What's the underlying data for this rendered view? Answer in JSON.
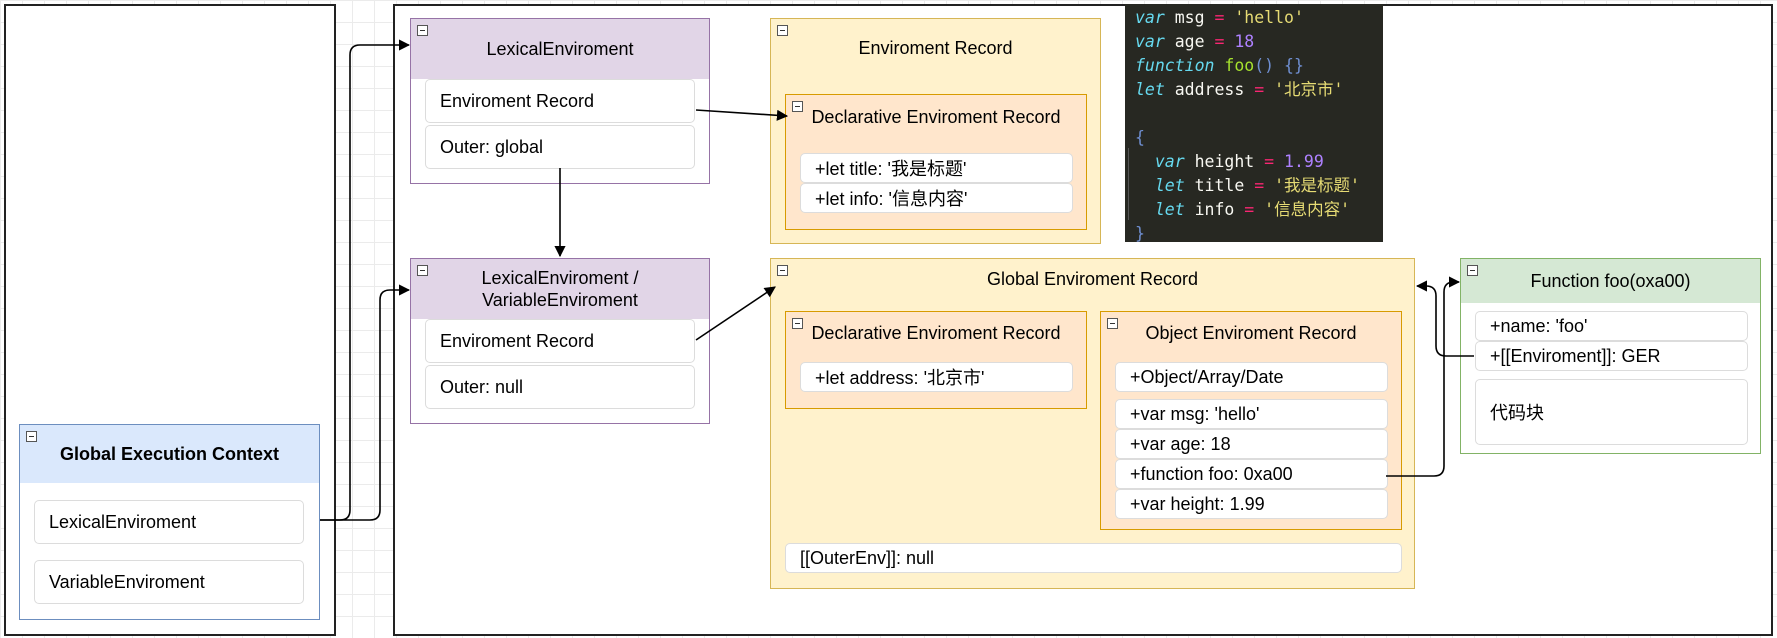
{
  "gec": {
    "title": "Global Execution Context",
    "rows": [
      "LexicalEnviroment",
      "VariableEnviroment"
    ]
  },
  "lex_env_top": {
    "title": "LexicalEnviroment",
    "rows": [
      "Enviroment Record",
      "Outer: global"
    ]
  },
  "lex_env_global": {
    "title_line1": "LexicalEnviroment /",
    "title_line2": "VariableEnviroment",
    "rows": [
      "Enviroment Record",
      "Outer: null"
    ]
  },
  "env_record": {
    "title": "Enviroment Record",
    "declarative": {
      "title": "Declarative Enviroment Record",
      "rows": [
        "+let title: '我是标题'",
        "+let info: '信息内容'"
      ]
    }
  },
  "global_env_record": {
    "title": "Global Enviroment Record",
    "declarative": {
      "title": "Declarative Enviroment Record",
      "rows": [
        "+let address: '北京市'"
      ]
    },
    "object": {
      "title": "Object Enviroment Record",
      "rows": [
        "+Object/Array/Date",
        "+var msg: 'hello'",
        "+var age: 18",
        "+function foo: 0xa00",
        "+var height: 1.99"
      ]
    },
    "outer_env": "[[OuterEnv]]: null"
  },
  "function_foo": {
    "title": "Function foo(oxa00)",
    "rows": [
      "+name: 'foo'",
      "+[[Enviroment]]: GER",
      "代码块"
    ]
  },
  "code": {
    "l1": {
      "kw": "var",
      "id": " msg ",
      "op": "=",
      "val": " 'hello'"
    },
    "l2": {
      "kw": "var",
      "id": " age ",
      "op": "=",
      "val": " 18"
    },
    "l3": {
      "kw": "function",
      "fn": " foo",
      "paren": "()",
      "brace": " {}"
    },
    "l4": {
      "kw": "let",
      "id": " address ",
      "op": "=",
      "val": " '北京市'"
    },
    "l6": {
      "brace": "{"
    },
    "l7": {
      "kw": "var",
      "id": " height ",
      "op": "=",
      "val": " 1.99"
    },
    "l8": {
      "kw": "let",
      "id": " title ",
      "op": "=",
      "val": " '我是标题'"
    },
    "l9": {
      "kw": "let",
      "id": " info ",
      "op": "=",
      "val": " '信息内容'"
    },
    "l10": {
      "brace": "}"
    }
  },
  "colors": {
    "purple_fill": "#e1d5e7",
    "purple_stroke": "#9673a6",
    "yellow_fill": "#fff2cc",
    "yellow_stroke": "#d6b656",
    "orange_fill": "#ffe6cc",
    "orange_stroke": "#d79b00",
    "green_fill": "#d5e8d4",
    "green_stroke": "#82b366",
    "blue_fill": "#dae8fc",
    "blue_stroke": "#6c8ebf",
    "code_bg": "#272822"
  }
}
